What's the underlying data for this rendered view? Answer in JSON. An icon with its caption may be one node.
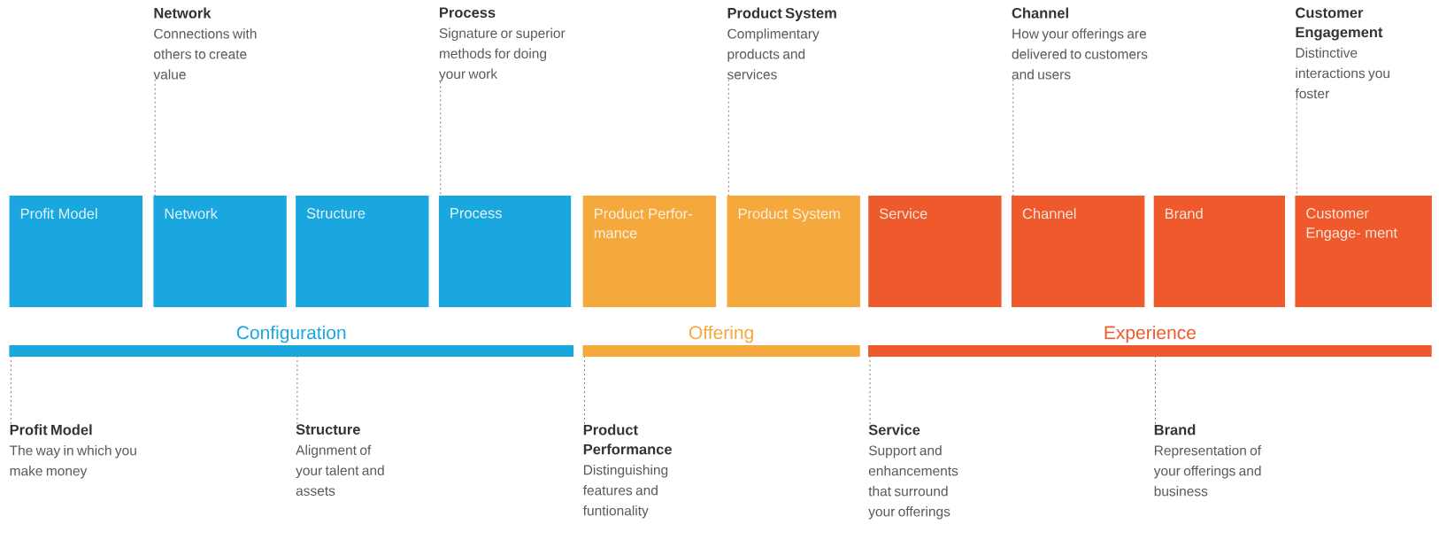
{
  "diagram": {
    "nodes": [
      {
        "text": [
          "Network",
          "Connections with others to create value"
        ]
      },
      {
        "text": [
          "Process",
          "Signature or superior methods for doing your work"
        ]
      },
      {
        "text": [
          "Product System",
          "Complimentary products and services"
        ]
      },
      {
        "text": [
          "Channel",
          "How your offerings are delivered to customers and users"
        ]
      },
      {
        "text": [
          "Customer Engagement",
          "Distinctive interactions you foster"
        ]
      },
      {
        "text": [
          "Profit Model"
        ]
      },
      {
        "text": [
          "Network"
        ]
      },
      {
        "text": [
          "Structure"
        ]
      },
      {
        "text": [
          "Process"
        ]
      },
      {
        "text": [
          "Product Perfor- mance"
        ]
      },
      {
        "text": [
          "Product System"
        ]
      },
      {
        "text": [
          "Service"
        ]
      },
      {
        "text": [
          "Channel"
        ]
      },
      {
        "text": [
          "Brand"
        ]
      },
      {
        "text": [
          "Customer Engage- ment"
        ]
      },
      {
        "text": [
          "Configuration"
        ]
      },
      {
        "text": [
          "Offering"
        ]
      },
      {
        "text": [
          "Experience"
        ]
      },
      {
        "text": [
          "Profit Model",
          "The way in which you make money"
        ]
      },
      {
        "text": [
          "Structure",
          "Alignment of your talent and assets"
        ]
      },
      {
        "text": [
          "Product Performance",
          "Distinguishing features and funtionality"
        ]
      },
      {
        "text": [
          "Service",
          "Support and enhancements that surround your offerings"
        ]
      },
      {
        "text": [
          "Brand",
          "Representation of your offerings and business"
        ]
      }
    ],
    "edges": [
      {
        "from": 0,
        "to": 6,
        "arrow": "none"
      },
      {
        "from": 1,
        "to": 8,
        "arrow": "none"
      },
      {
        "from": 2,
        "to": 10,
        "arrow": "none"
      },
      {
        "from": 3,
        "to": 12,
        "arrow": "none"
      },
      {
        "from": 4,
        "to": 14,
        "arrow": "none"
      },
      {
        "from": 18,
        "to": 15,
        "arrow": "none"
      },
      {
        "from": 19,
        "to": 15,
        "arrow": "none"
      },
      {
        "from": 20,
        "to": 16,
        "arrow": "none"
      },
      {
        "from": 21,
        "to": 17,
        "arrow": "none"
      },
      {
        "from": 22,
        "to": 17,
        "arrow": "none"
      }
    ]
  }
}
